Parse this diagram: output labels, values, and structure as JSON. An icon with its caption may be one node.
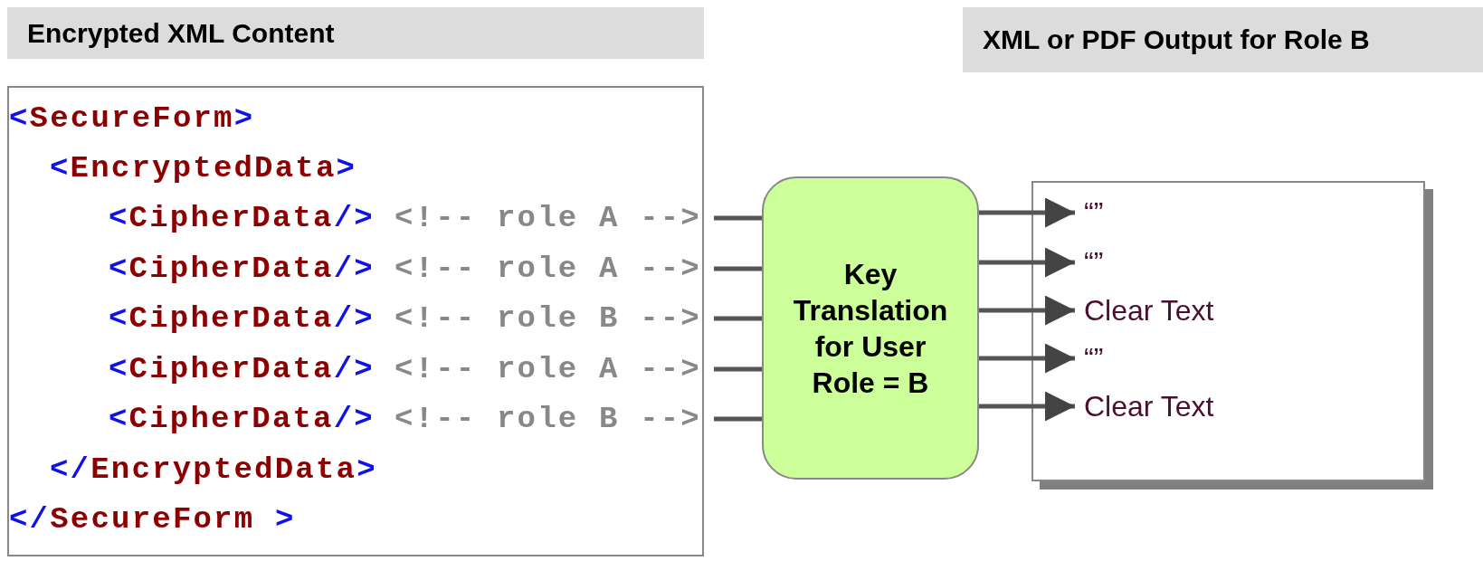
{
  "diagram": {
    "nodes": [
      {
        "text": [
          "Encrypted XML Content"
        ]
      },
      {
        "text": [
          "<SecureForm>"
        ],
        "in": 0
      },
      {
        "text": [
          "<EncryptedData>"
        ],
        "in": 0
      },
      {
        "text": [
          "<CipherData/>",
          "<!-- role A -->"
        ],
        "in": 0
      },
      {
        "text": [
          "<CipherData/>",
          "<!-- role A -->"
        ],
        "in": 0
      },
      {
        "text": [
          "<CipherData/>",
          "<!-- role B -->"
        ],
        "in": 0
      },
      {
        "text": [
          "<CipherData/>",
          "<!-- role A -->"
        ],
        "in": 0
      },
      {
        "text": [
          "<CipherData/>",
          "<!-- role B -->"
        ],
        "in": 0
      },
      {
        "text": [
          "</EncryptedData>"
        ],
        "in": 0
      },
      {
        "text": [
          "</SecureForm >"
        ],
        "in": 0
      },
      {
        "text": [
          "Key Translation for User Role = B"
        ]
      },
      {
        "text": [
          "XML or PDF Output for Role B"
        ]
      },
      {
        "text": [
          "“”"
        ],
        "in": 11
      },
      {
        "text": [
          "“”"
        ],
        "in": 11
      },
      {
        "text": [
          "Clear Text"
        ],
        "in": 11
      },
      {
        "text": [
          "“”"
        ],
        "in": 11
      },
      {
        "text": [
          "Clear Text"
        ],
        "in": 11
      }
    ],
    "edges": [
      {
        "from": 3,
        "to": 10,
        "arrow": "none"
      },
      {
        "from": 4,
        "to": 10,
        "arrow": "none"
      },
      {
        "from": 5,
        "to": 10,
        "arrow": "none"
      },
      {
        "from": 6,
        "to": 10,
        "arrow": "none"
      },
      {
        "from": 7,
        "to": 10,
        "arrow": "none"
      },
      {
        "from": 10,
        "to": 12,
        "arrow": "to"
      },
      {
        "from": 10,
        "to": 13,
        "arrow": "to"
      },
      {
        "from": 10,
        "to": 14,
        "arrow": "to"
      },
      {
        "from": 10,
        "to": 15,
        "arrow": "to"
      },
      {
        "from": 10,
        "to": 16,
        "arrow": "to"
      }
    ]
  }
}
